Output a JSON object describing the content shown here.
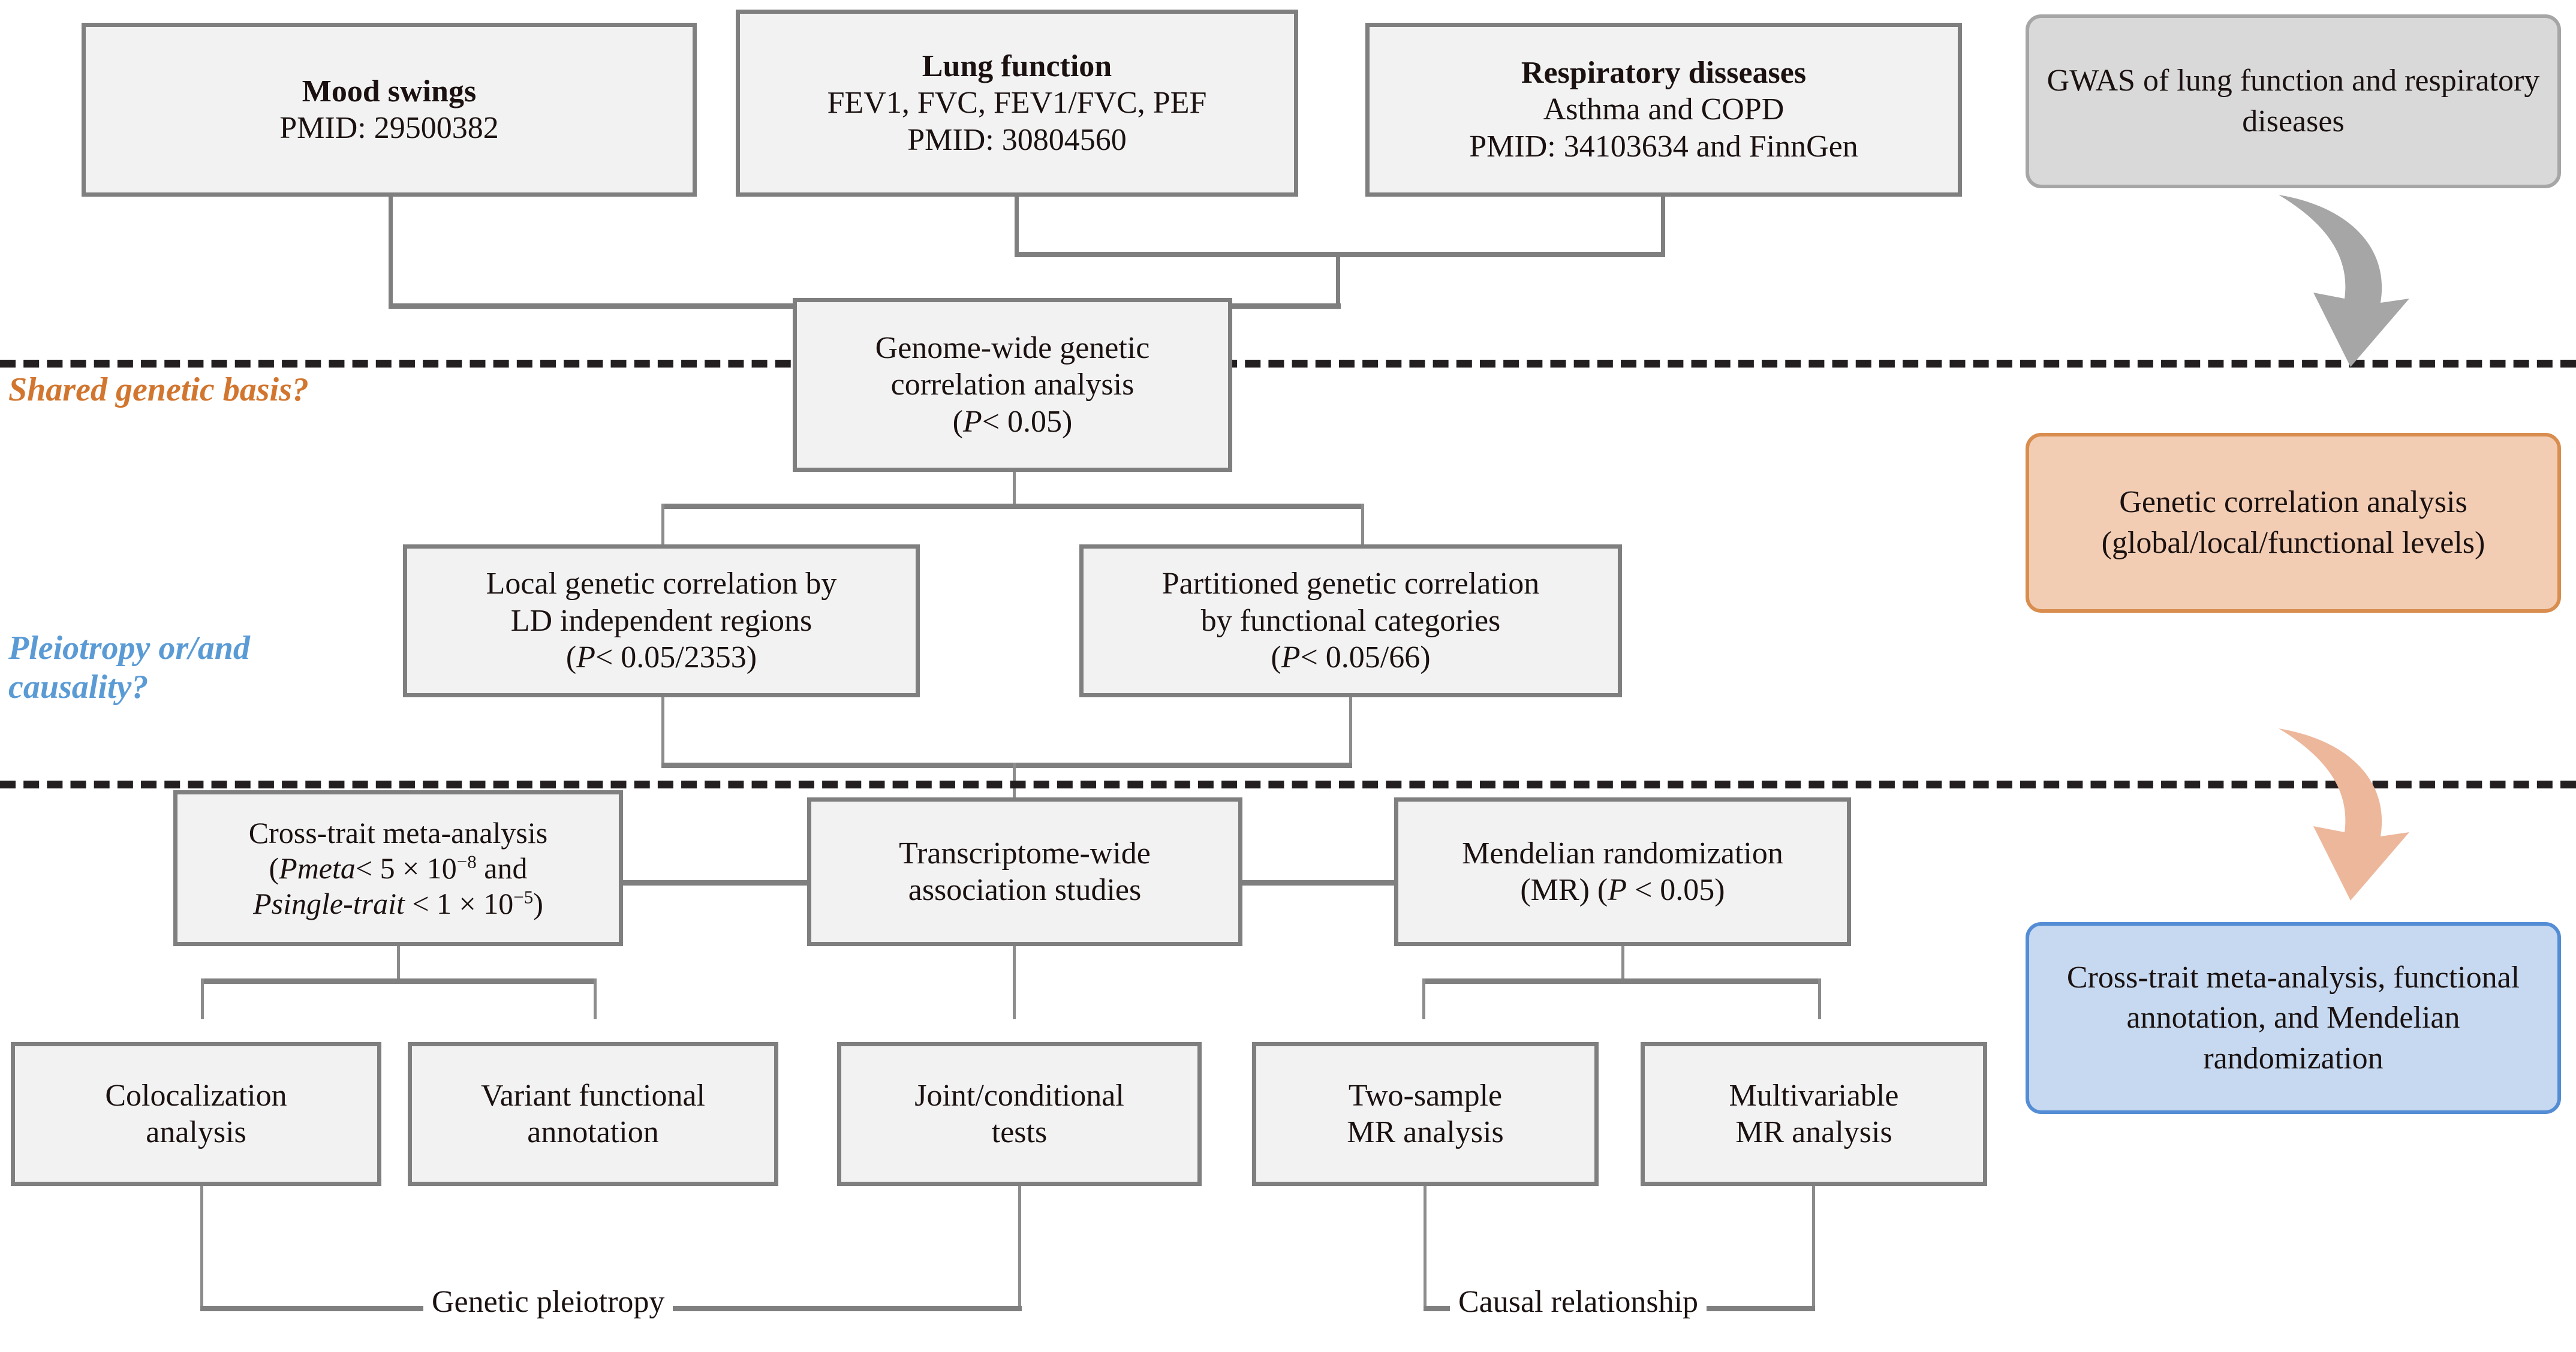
{
  "figure": {
    "title": "Study design flowchart: shared genetic basis between mood swings, lung function and respiratory diseases"
  },
  "colors": {
    "node_fill": "#f2f2f2",
    "node_border": "#7f7f7f",
    "grey_box": "#d9d9d9",
    "grey_border": "#a6a6a6",
    "peach_box": "#f2cdb4",
    "peach_border": "#d98d4e",
    "blue_box": "#c6d9f1",
    "blue_border": "#548dd4",
    "question_orange": "#d2762f",
    "question_blue": "#5b9bd5",
    "arrow_grey": "#a6a6a6",
    "arrow_peach": "#edb79b",
    "dash_line": "#231f20"
  },
  "sources": {
    "mood_swings": {
      "title": "Mood swings",
      "line2": "PMID: 29500382"
    },
    "lung_function": {
      "title": "Lung function",
      "line2": "FEV1, FVC, FEV1/FVC, PEF",
      "line3": "PMID: 30804560"
    },
    "respiratory_diseases": {
      "title": "Respiratory disseases",
      "line2": "Asthma and COPD",
      "line3": "PMID: 34103634 and FinnGen"
    }
  },
  "questions": {
    "shared_genetic_basis": "Shared genetic basis?",
    "pleiotropy_causality": "Pleiotropy or/and\ncausality?"
  },
  "analyses": {
    "genome_wide": {
      "line1": "Genome-wide genetic",
      "line2": "correlation analysis",
      "stat_open": "(",
      "stat_italic": "P",
      "stat_rest": "< 0.05)"
    },
    "local_genetic": {
      "line1": "Local genetic correlation by",
      "line2": "LD independent regions",
      "stat_open": "(",
      "stat_italic": "P",
      "stat_rest": "< 0.05/2353)"
    },
    "partitioned_genetic": {
      "line1": "Partitioned genetic correlation",
      "line2": "by functional categories",
      "stat_open": "(",
      "stat_italic": "P",
      "stat_rest": "< 0.05/66)"
    },
    "cross_trait_meta": {
      "line1": "Cross-trait meta-analysis",
      "stat1_open": "(",
      "stat1_italic": "Pmeta",
      "stat1_mid": "< 5 × 10",
      "stat1_sup": "−8",
      "stat1_end": " and",
      "stat2_italic": "Psingle-trait",
      "stat2_mid": " < 1 × 10",
      "stat2_sup": "−5",
      "stat2_end": ")"
    },
    "twas": {
      "line1": "Transcriptome-wide",
      "line2": "association studies"
    },
    "mendelian_randomization": {
      "line1": "Mendelian randomization",
      "line2_a": "(MR) (",
      "line2_italic": "P",
      "line2_b": " < 0.05)"
    },
    "colocalization": {
      "line1": "Colocalization",
      "line2": "analysis"
    },
    "variant_annotation": {
      "line1": "Variant functional",
      "line2": "annotation"
    },
    "joint_conditional": {
      "line1": "Joint/conditional",
      "line2": "tests"
    },
    "two_sample_mr": {
      "line1": "Two-sample",
      "line2": "MR analysis"
    },
    "multivariable_mr": {
      "line1": "Multivariable",
      "line2": "MR analysis"
    }
  },
  "outcomes": {
    "genetic_pleiotropy": "Genetic pleiotropy",
    "causal_relationship": "Causal relationship"
  },
  "summary_panels": {
    "gwas": {
      "line1": "GWAS of lung function and",
      "line2": "respiratory diseases"
    },
    "genetic_correlation": {
      "line1": "Genetic correlation analysis",
      "line2": "(global/local/functional",
      "line3": "levels)"
    },
    "downstream": {
      "line1": "Cross-trait meta-analysis,",
      "line2": "functional annotation, and",
      "line3": "Mendelian randomization"
    }
  }
}
